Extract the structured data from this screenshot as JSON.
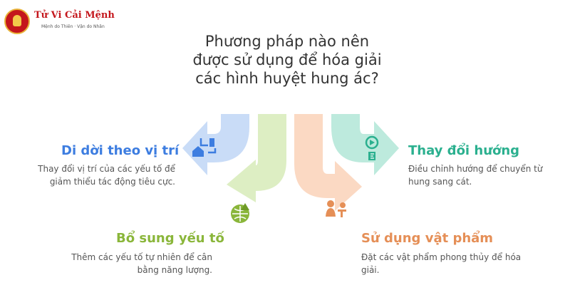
{
  "logo": {
    "title": "Tử Vi Cải Mệnh",
    "subtitle": "Mệnh do Thiên · Vận do Nhân"
  },
  "question": "Phương pháp nào nên được sử dụng để hóa giải các hình huyệt hung ác?",
  "colors": {
    "blue": "#3d7de0",
    "green": "#8ab63a",
    "orange": "#e58f57",
    "teal": "#2bb08f"
  },
  "options": [
    {
      "title": "Di dời theo vị trí",
      "desc": "Thay đổi vị trí của các yếu tố để giảm thiểu tác động tiêu cực.",
      "icon": "relocate-icon"
    },
    {
      "title": "Bổ sung yếu tố",
      "desc": "Thêm các yếu tố tự nhiên để cân bằng năng lượng.",
      "icon": "nature-globe-icon"
    },
    {
      "title": "Sử dụng vật phẩm",
      "desc": "Đặt các vật phẩm phong thủy để hóa giải.",
      "icon": "person-objects-icon"
    },
    {
      "title": "Thay đổi hướng",
      "desc": "Điều chỉnh hướng để chuyển từ hung sang cát.",
      "icon": "direction-icon"
    }
  ]
}
